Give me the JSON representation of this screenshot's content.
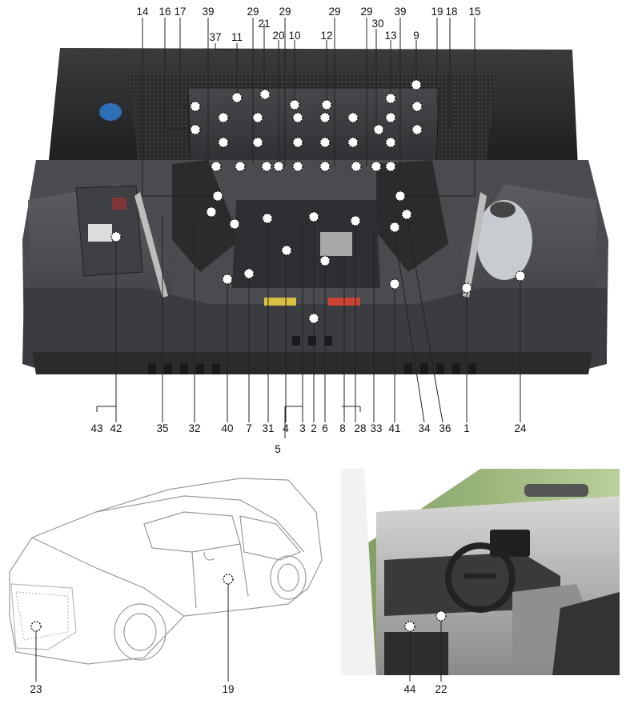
{
  "engine_bay": {
    "top_labels": [
      "14",
      "16",
      "17",
      "39",
      "29",
      "21",
      "29",
      "20",
      "10",
      "29",
      "12",
      "29",
      "30",
      "39",
      "13",
      "19",
      "18",
      "15",
      "37",
      "11",
      "9"
    ],
    "bottom_labels": [
      "43",
      "42",
      "35",
      "32",
      "40",
      "7",
      "31",
      "4",
      "3",
      "2",
      "6",
      "8",
      "28",
      "33",
      "41",
      "34",
      "36",
      "1",
      "24",
      "5"
    ]
  },
  "exterior": {
    "labels": [
      "23",
      "19"
    ]
  },
  "interior": {
    "labels": [
      "44",
      "22"
    ]
  }
}
